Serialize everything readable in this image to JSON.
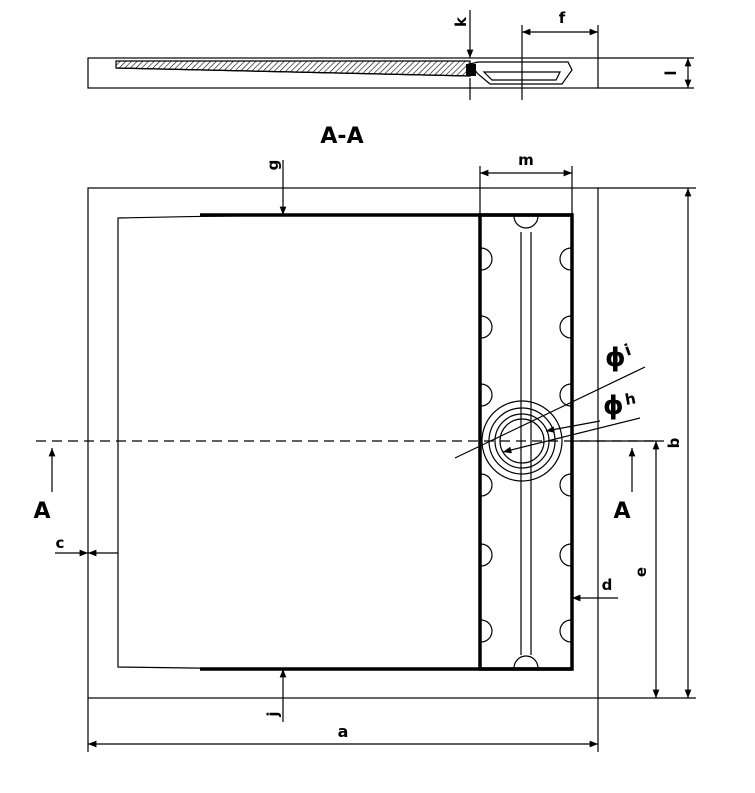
{
  "section_title": "A-A",
  "labels": {
    "a": "a",
    "b": "b",
    "c": "c",
    "d": "d",
    "e": "e",
    "f": "f",
    "g": "g",
    "h": "h",
    "i": "i",
    "j": "j",
    "k": "k",
    "l": "l",
    "m": "m",
    "section_left": "A",
    "section_right": "A"
  },
  "diameter_symbol": "ϕ"
}
